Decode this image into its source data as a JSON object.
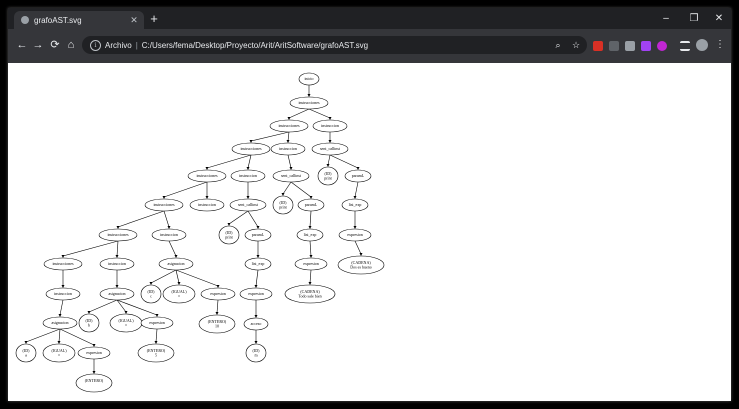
{
  "tab": {
    "title": "grafoAST.svg",
    "close": "✕"
  },
  "window": {
    "minimize": "–",
    "maximize": "❐",
    "close": "✕",
    "new_tab": "+"
  },
  "nav": {
    "back": "←",
    "forward": "→",
    "reload": "⟳",
    "home": "⌂"
  },
  "address": {
    "scheme_label": "Archivo",
    "separator": "|",
    "url": "C:/Users/fema/Desktop/Proyecto/Arit/AritSoftware/grafoAST.svg"
  },
  "toolbar_icons": [
    "zoom-icon",
    "star-icon",
    "extension-icons",
    "menu-icon"
  ],
  "graph": {
    "nodes": [
      {
        "id": "n1",
        "lines": [
          "inicio"
        ]
      },
      {
        "id": "n2",
        "lines": [
          "instrucciones"
        ]
      },
      {
        "id": "n3",
        "lines": [
          "instrucciones"
        ]
      },
      {
        "id": "n4",
        "lines": [
          "instruccion"
        ]
      },
      {
        "id": "n5",
        "lines": [
          "instrucciones"
        ]
      },
      {
        "id": "n6",
        "lines": [
          "instruccion"
        ]
      },
      {
        "id": "n7",
        "lines": [
          "sent_callinst"
        ]
      },
      {
        "id": "n8",
        "lines": [
          "instrucciones"
        ]
      },
      {
        "id": "n9",
        "lines": [
          "instruccion"
        ]
      },
      {
        "id": "n10",
        "lines": [
          "sent_callinst"
        ]
      },
      {
        "id": "n11",
        "lines": [
          "(ID)",
          "print"
        ]
      },
      {
        "id": "n12",
        "lines": [
          "paramL"
        ]
      },
      {
        "id": "n13",
        "lines": [
          "instrucciones"
        ]
      },
      {
        "id": "n14",
        "lines": [
          "instruccion"
        ]
      },
      {
        "id": "n15",
        "lines": [
          "sent_callinst"
        ]
      },
      {
        "id": "n16",
        "lines": [
          "(ID)",
          "print"
        ]
      },
      {
        "id": "n17",
        "lines": [
          "paramL"
        ]
      },
      {
        "id": "n18",
        "lines": [
          "list_exp"
        ]
      },
      {
        "id": "n19",
        "lines": [
          "instrucciones"
        ]
      },
      {
        "id": "n20",
        "lines": [
          "instruccion"
        ]
      },
      {
        "id": "n21",
        "lines": [
          "(ID)",
          "print"
        ]
      },
      {
        "id": "n22",
        "lines": [
          "paramL"
        ]
      },
      {
        "id": "n23",
        "lines": [
          "list_exp"
        ]
      },
      {
        "id": "n24",
        "lines": [
          "expresion"
        ]
      },
      {
        "id": "n25",
        "lines": [
          "instrucciones"
        ]
      },
      {
        "id": "n26",
        "lines": [
          "instruccion"
        ]
      },
      {
        "id": "n27",
        "lines": [
          "list_exp"
        ]
      },
      {
        "id": "n28",
        "lines": [
          "expresion"
        ]
      },
      {
        "id": "n29",
        "lines": [
          "(CADENA)",
          "Dos es bueno"
        ]
      },
      {
        "id": "n30",
        "lines": [
          "instruccion"
        ]
      },
      {
        "id": "n31",
        "lines": [
          "asignacion"
        ]
      },
      {
        "id": "n32",
        "lines": [
          "expresion"
        ]
      },
      {
        "id": "n33",
        "lines": [
          "(CADENA)",
          "Todo sale bien"
        ]
      },
      {
        "id": "n34",
        "lines": [
          "(ID)",
          "c"
        ]
      },
      {
        "id": "n35",
        "lines": [
          "(IGUAL)",
          "="
        ]
      },
      {
        "id": "n36",
        "lines": [
          "expresion"
        ]
      },
      {
        "id": "n37",
        "lines": [
          "expresion"
        ]
      },
      {
        "id": "n38",
        "lines": [
          "instruccion"
        ]
      },
      {
        "id": "n39",
        "lines": [
          "asignacion"
        ]
      },
      {
        "id": "n40",
        "lines": [
          "(ENTERO)",
          "10"
        ]
      },
      {
        "id": "n41",
        "lines": [
          "acceso"
        ]
      },
      {
        "id": "n42",
        "lines": [
          "asignacion"
        ]
      },
      {
        "id": "n43",
        "lines": [
          "(ID)",
          "b"
        ]
      },
      {
        "id": "n44",
        "lines": [
          "(IGUAL)",
          "="
        ]
      },
      {
        "id": "n45",
        "lines": [
          "expresion"
        ]
      },
      {
        "id": "n46",
        "lines": [
          "(ID)",
          "m"
        ]
      },
      {
        "id": "n47",
        "lines": [
          "(ID)",
          "a"
        ]
      },
      {
        "id": "n48",
        "lines": [
          "(IGUAL)",
          "="
        ]
      },
      {
        "id": "n49",
        "lines": [
          "expresion"
        ]
      },
      {
        "id": "n50",
        "lines": [
          "(ENTERO)",
          "5"
        ]
      },
      {
        "id": "n51",
        "lines": [
          "(ENTERO)",
          ""
        ]
      }
    ]
  }
}
